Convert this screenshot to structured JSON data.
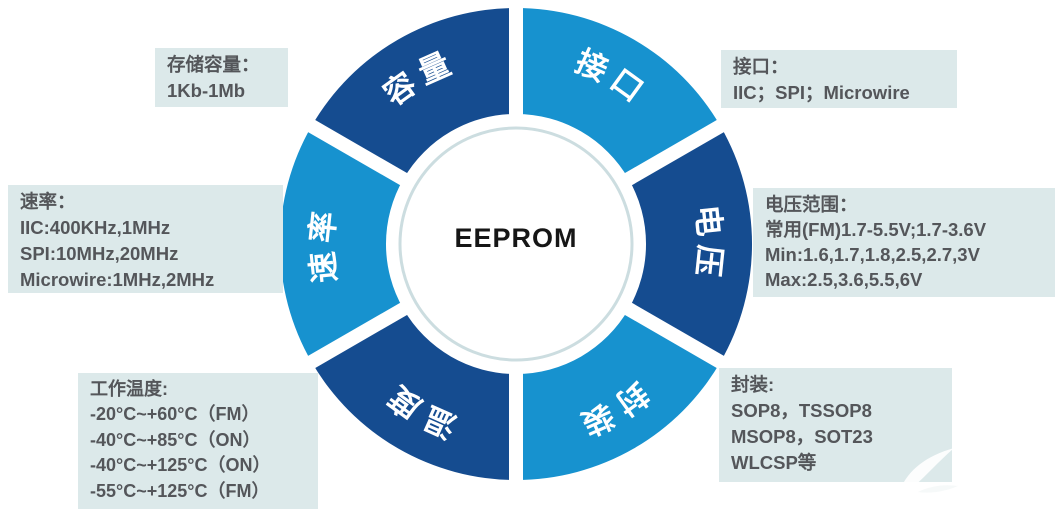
{
  "center": {
    "label": "EEPROM"
  },
  "colors": {
    "dark_blue": "#154c90",
    "light_blue": "#1792cf",
    "box_bg": "#dce9ea",
    "box_text": "#54565a",
    "inner_ring": "#ccdde0",
    "segment_label_text": "#ffffff"
  },
  "ring": {
    "segments": [
      {
        "id": "interface",
        "label": "接口",
        "color": "#1792cf"
      },
      {
        "id": "voltage",
        "label": "电压",
        "color": "#154c90"
      },
      {
        "id": "package",
        "label": "封装",
        "color": "#1792cf"
      },
      {
        "id": "temperature",
        "label": "温度",
        "color": "#154c90"
      },
      {
        "id": "speed",
        "label": "速率",
        "color": "#1792cf"
      },
      {
        "id": "capacity",
        "label": "容量",
        "color": "#154c90"
      }
    ]
  },
  "callouts": {
    "capacity": {
      "title": "存储容量：",
      "lines": [
        "1Kb-1Mb"
      ]
    },
    "interface": {
      "title": "接口：",
      "lines": [
        "IIC；SPI；Microwire"
      ]
    },
    "voltage": {
      "title": "电压范围：",
      "lines": [
        "常用(FM)1.7-5.5V;1.7-3.6V",
        "Min:1.6,1.7,1.8,2.5,2.7,3V",
        "Max:2.5,3.6,5.5,6V"
      ]
    },
    "package": {
      "title": "封装:",
      "lines": [
        "SOP8，TSSOP8",
        "MSOP8，SOT23",
        "WLCSP等"
      ]
    },
    "temperature": {
      "title": "工作温度:",
      "lines": [
        "-20°C~+60°C（FM）",
        "-40°C~+85°C（ON）",
        "-40°C~+125°C（ON）",
        "-55°C~+125°C（FM）"
      ]
    },
    "speed": {
      "title": "速率：",
      "lines": [
        "IIC:400KHz,1MHz",
        "SPI:10MHz,20MHz",
        "Microwire:1MHz,2MHz"
      ]
    }
  }
}
